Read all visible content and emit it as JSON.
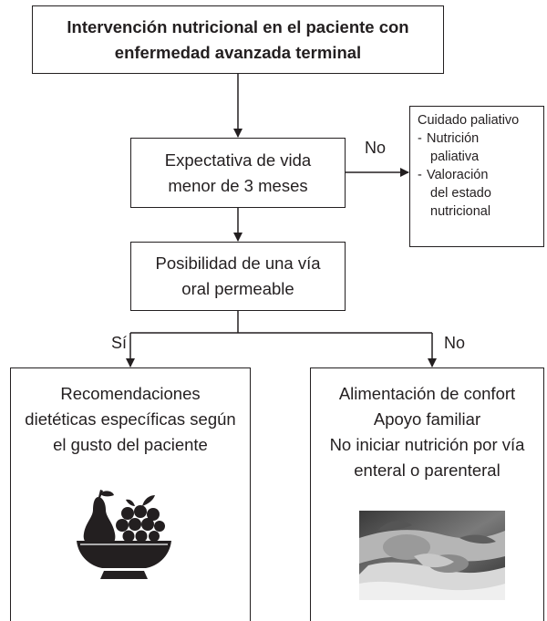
{
  "title": {
    "line1": "Intervención nutricional en el paciente con",
    "line2": "enfermedad avanzada terminal"
  },
  "life_expectancy": {
    "line1": "Expectativa de vida",
    "line2": "menor de 3 meses"
  },
  "palliative": {
    "heading": "Cuidado paliativo",
    "items": [
      {
        "dash": "-",
        "lines": [
          "Nutrición",
          "paliativa"
        ]
      },
      {
        "dash": "-",
        "lines": [
          "Valoración",
          "del estado",
          "nutricional"
        ]
      }
    ]
  },
  "oral_route": {
    "line1": "Posibilidad de una vía",
    "line2": "oral permeable"
  },
  "edges": {
    "no_top": "No",
    "si": "Sí",
    "no_bottom": "No"
  },
  "recommendations": {
    "line1": "Recomendaciones",
    "line2": "dietéticas específicas según",
    "line3": "el gusto del paciente"
  },
  "comfort": {
    "line1": "Alimentación de confort",
    "line2": "Apoyo familiar",
    "line3": "No iniciar nutrición por vía",
    "line4": "enteral o parenteral"
  },
  "icons": {
    "fruit": "fruit-basket-icon",
    "photo": "patient-hands-photo"
  }
}
